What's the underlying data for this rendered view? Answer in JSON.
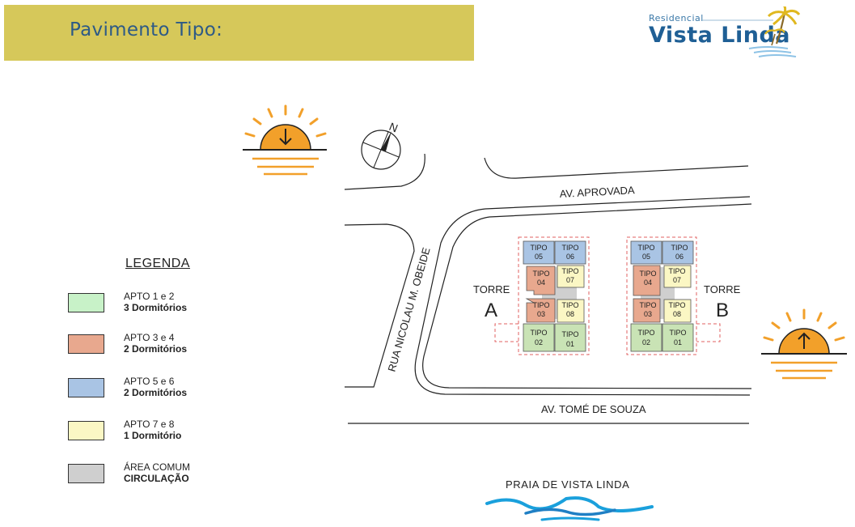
{
  "header": {
    "title": "Pavimento Tipo:"
  },
  "logo": {
    "small": "Residencial",
    "big": "Vista Linda"
  },
  "legend": {
    "title": "LEGENDA",
    "items": [
      {
        "line1": "APTO 1 e 2",
        "line2": "3 Dormitórios",
        "color": "#c8f2c8"
      },
      {
        "line1": "APTO 3 e 4",
        "line2": "2 Dormitórios",
        "color": "#e8a88e"
      },
      {
        "line1": "APTO 5 e 6",
        "line2": "2 Dormitórios",
        "color": "#a9c4e4"
      },
      {
        "line1": "APTO 7 e 8",
        "line2": "1 Dormitório",
        "color": "#fbf7c4"
      },
      {
        "line1": "ÁREA COMUM",
        "line2": "CIRCULAÇÃO",
        "color": "#cfcfcf"
      }
    ]
  },
  "streets": {
    "aprovada": "AV. APROVADA",
    "nicolau": "RUA NICOLAU M. OBEIDE",
    "tome": "AV. TOMÉ DE SOUZA"
  },
  "compass": {
    "north": "N"
  },
  "beach": "PRAIA DE VISTA LINDA",
  "towers": {
    "a": {
      "label": "TORRE",
      "letter": "A"
    },
    "b": {
      "label": "TORRE",
      "letter": "B"
    }
  },
  "units": {
    "prefix": "TIPO",
    "u01": "01",
    "u02": "02",
    "u03": "03",
    "u04": "04",
    "u05": "05",
    "u06": "06",
    "u07": "07",
    "u08": "08"
  }
}
